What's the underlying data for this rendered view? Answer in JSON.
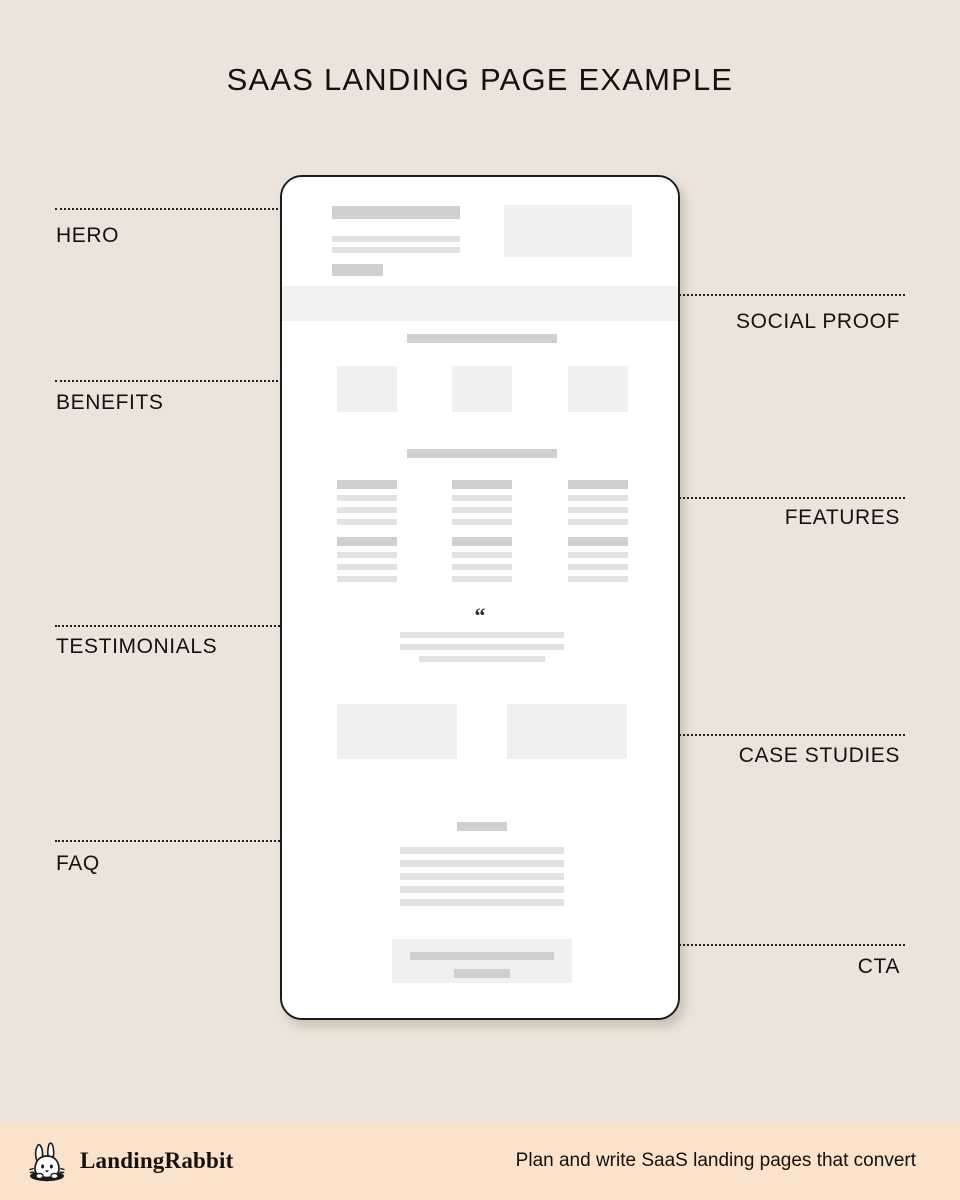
{
  "page": {
    "title": "SAAS LANDING PAGE EXAMPLE",
    "background_color": "#ece4da",
    "accent_color": "#fae3ca"
  },
  "annotations": [
    {
      "label": "HERO",
      "side": "left"
    },
    {
      "label": "SOCIAL PROOF",
      "side": "right"
    },
    {
      "label": "BENEFITS",
      "side": "left"
    },
    {
      "label": "FEATURES",
      "side": "right"
    },
    {
      "label": "TESTIMONIALS",
      "side": "left"
    },
    {
      "label": "CASE STUDIES",
      "side": "right"
    },
    {
      "label": "FAQ",
      "side": "left"
    },
    {
      "label": "CTA",
      "side": "right"
    }
  ],
  "wireframe": {
    "testimonial_quote_glyph": "“"
  },
  "footer": {
    "brand_name": "LandingRabbit",
    "logo_icon": "rabbit-icon",
    "tagline": "Plan and write SaaS landing pages that convert"
  }
}
